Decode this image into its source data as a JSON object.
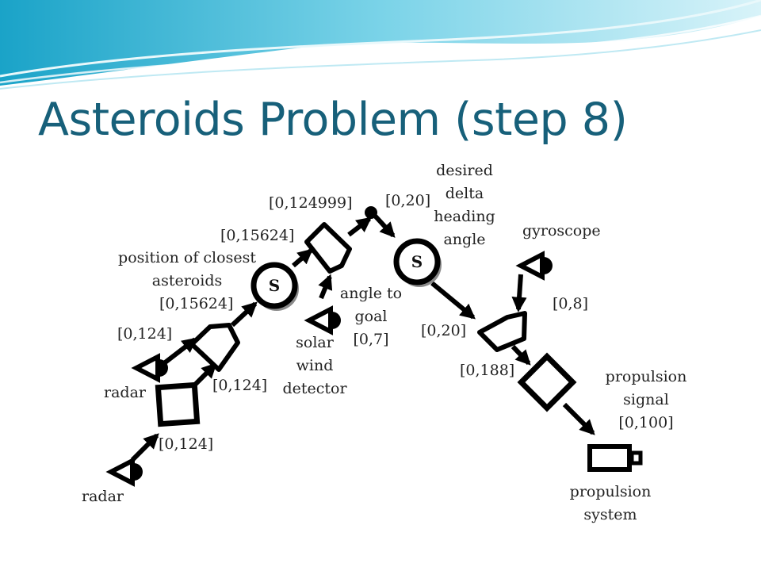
{
  "title": "Asteroids Problem (step 8)",
  "labels": {
    "position_closest": [
      "position of closest",
      "asteroids"
    ],
    "range_15624_upper": "[0,15624]",
    "range_124999": "[0,124999]",
    "range_20_top": "[0,20]",
    "desired_delta": [
      "desired",
      "delta",
      "heading",
      "angle"
    ],
    "gyroscope": "gyroscope",
    "range_15624_lower": "[0,15624]",
    "angle_to_goal": [
      "angle to",
      "goal",
      "[0,7]"
    ],
    "range_8": "[0,8]",
    "range_124_left": "[0,124]",
    "solar_wind": [
      "solar",
      "wind",
      "detector"
    ],
    "range_20_mid": "[0,20]",
    "range_188": "[0,188]",
    "propulsion_signal": [
      "propulsion",
      "signal",
      "[0,100]"
    ],
    "range_124_mid": "[0,124]",
    "radar_upper": "radar",
    "range_124_bottom": "[0,124]",
    "radar_lower": "radar",
    "propulsion_system": [
      "propulsion",
      "system"
    ]
  },
  "sum_symbol": "S",
  "colors": {
    "title": "#17607a",
    "stroke": "#000000",
    "node_shadow": "#8a8a8a",
    "wave_light": "#bfe9f3",
    "wave_mid": "#7fd2e6",
    "wave_dark": "#2fa9c9"
  }
}
